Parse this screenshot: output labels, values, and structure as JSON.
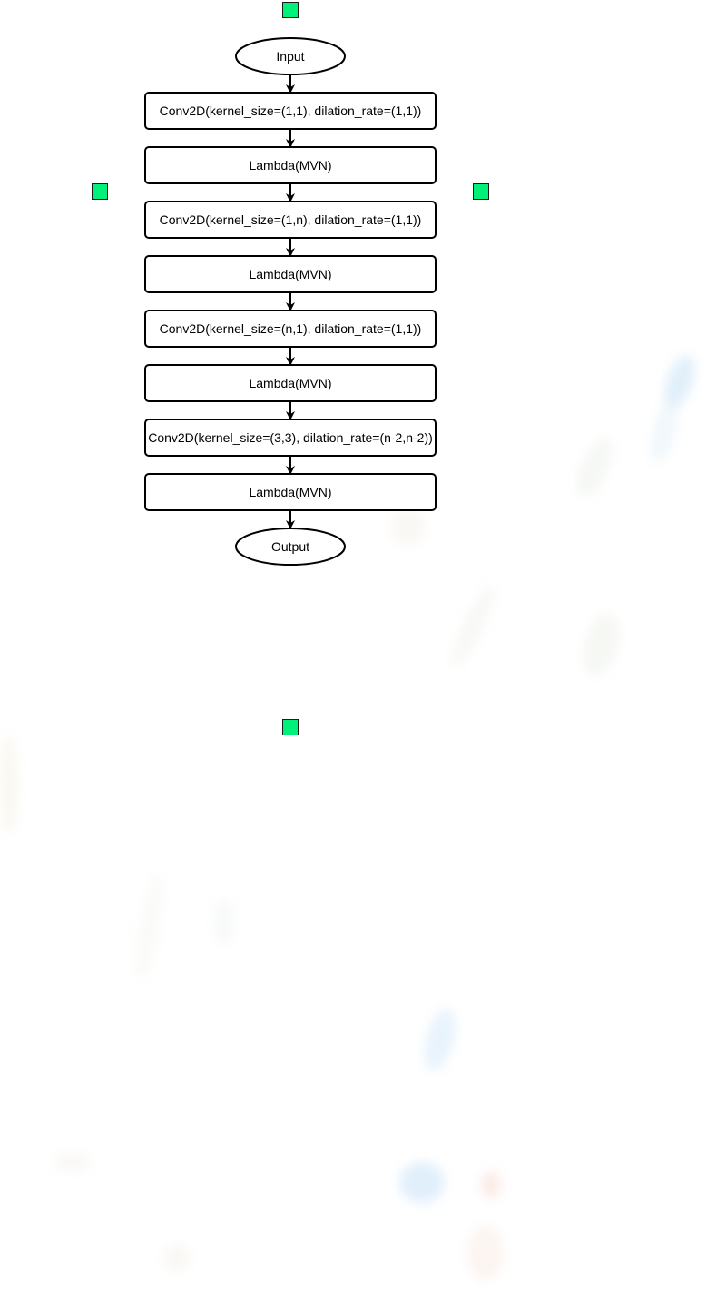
{
  "diagram": {
    "nodes": [
      {
        "id": "input",
        "shape": "ellipse",
        "label": "Input"
      },
      {
        "id": "conv1",
        "shape": "rect",
        "label": "Conv2D(kernel_size=(1,1), dilation_rate=(1,1))"
      },
      {
        "id": "mvn1",
        "shape": "rect",
        "label": "Lambda(MVN)"
      },
      {
        "id": "conv2",
        "shape": "rect",
        "label": "Conv2D(kernel_size=(1,n), dilation_rate=(1,1))"
      },
      {
        "id": "mvn2",
        "shape": "rect",
        "label": "Lambda(MVN)"
      },
      {
        "id": "conv3",
        "shape": "rect",
        "label": "Conv2D(kernel_size=(n,1), dilation_rate=(1,1))"
      },
      {
        "id": "mvn3",
        "shape": "rect",
        "label": "Lambda(MVN)"
      },
      {
        "id": "conv4",
        "shape": "rect",
        "label": "Conv2D(kernel_size=(3,3), dilation_rate=(n-2,n-2))"
      },
      {
        "id": "mvn4",
        "shape": "rect",
        "label": "Lambda(MVN)"
      },
      {
        "id": "output",
        "shape": "ellipse",
        "label": "Output"
      }
    ],
    "edges": [
      [
        "input",
        "conv1"
      ],
      [
        "conv1",
        "mvn1"
      ],
      [
        "mvn1",
        "conv2"
      ],
      [
        "conv2",
        "mvn2"
      ],
      [
        "mvn2",
        "conv3"
      ],
      [
        "conv3",
        "mvn3"
      ],
      [
        "mvn3",
        "conv4"
      ],
      [
        "conv4",
        "mvn4"
      ],
      [
        "mvn4",
        "output"
      ]
    ]
  },
  "selection_handles": {
    "count": 4,
    "color": "#00f07a",
    "names": [
      "handle-top",
      "handle-left",
      "handle-right",
      "handle-bottom"
    ]
  },
  "colors": {
    "stroke": "#000000",
    "fill": "#ffffff",
    "text": "#000000"
  }
}
